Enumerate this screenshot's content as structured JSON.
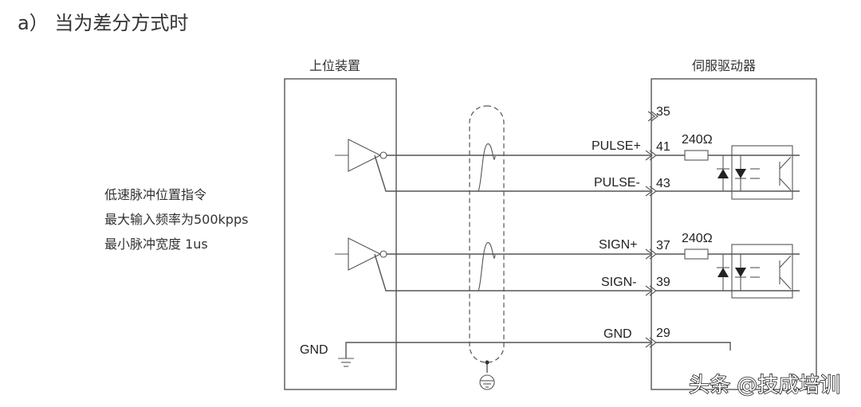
{
  "heading": "a） 当为差分方式时",
  "blocks": {
    "host_title": "上位装置",
    "servo_title": "伺服驱动器"
  },
  "spec": [
    "低速脉冲位置指令",
    "最大输入频率为500kpps",
    "最小脉冲宽度 1us"
  ],
  "signals": {
    "pulse_plus": "PULSE+",
    "pulse_minus": "PULSE-",
    "sign_plus": "SIGN+",
    "sign_minus": "SIGN-",
    "gnd_right": "GND",
    "gnd_left": "GND"
  },
  "pins": {
    "p35": "35",
    "p41": "41",
    "p43": "43",
    "p37": "37",
    "p39": "39",
    "p29": "29"
  },
  "resistors": {
    "r1": "240Ω",
    "r2": "240Ω"
  },
  "watermark": "头条 @技成培训"
}
